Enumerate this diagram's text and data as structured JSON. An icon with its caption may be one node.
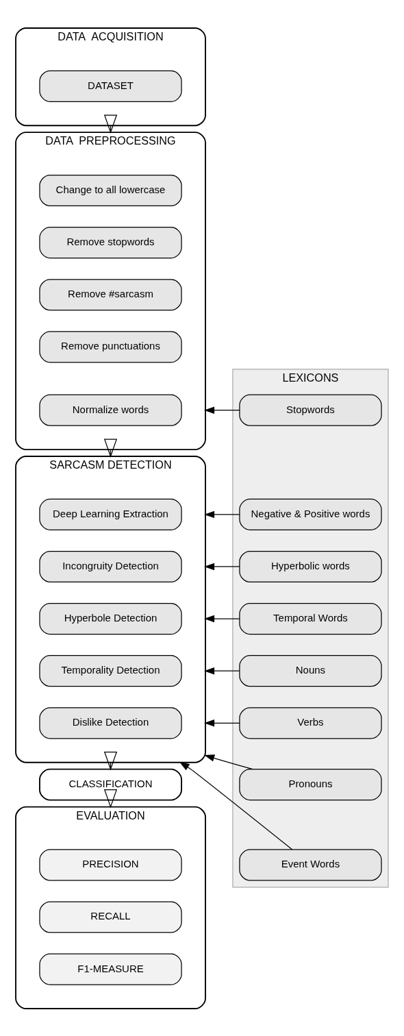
{
  "diagram": {
    "nodes": [
      {
        "text": [
          "DATA  ACQUISITION"
        ]
      },
      {
        "text": [
          "DATASET"
        ],
        "in": 0
      },
      {
        "text": [
          "DATA  PREPROCESSING"
        ]
      },
      {
        "text": [
          "Change to all lowercase"
        ],
        "in": 2
      },
      {
        "text": [
          "Remove stopwords"
        ],
        "in": 2
      },
      {
        "text": [
          "Remove #sarcasm"
        ],
        "in": 2
      },
      {
        "text": [
          "Remove punctuations"
        ],
        "in": 2
      },
      {
        "text": [
          "Normalize words"
        ],
        "in": 2
      },
      {
        "text": [
          "LEXICONS"
        ]
      },
      {
        "text": [
          "Stopwords"
        ],
        "in": 8
      },
      {
        "text": [
          "Negative & Positive words"
        ],
        "in": 8
      },
      {
        "text": [
          "Hyperbolic words"
        ],
        "in": 8
      },
      {
        "text": [
          "Temporal Words"
        ],
        "in": 8
      },
      {
        "text": [
          "Nouns"
        ],
        "in": 8
      },
      {
        "text": [
          "Verbs"
        ],
        "in": 8
      },
      {
        "text": [
          "Pronouns"
        ],
        "in": 8
      },
      {
        "text": [
          "Event Words"
        ],
        "in": 8
      },
      {
        "text": [
          "SARCASM DETECTION"
        ]
      },
      {
        "text": [
          "Deep Learning Extraction"
        ],
        "in": 17
      },
      {
        "text": [
          "Incongruity Detection"
        ],
        "in": 17
      },
      {
        "text": [
          "Hyperbole Detection"
        ],
        "in": 17
      },
      {
        "text": [
          "Temporality Detection"
        ],
        "in": 17
      },
      {
        "text": [
          "Dislike Detection"
        ],
        "in": 17
      },
      {
        "text": [
          "CLASSIFICATION"
        ]
      },
      {
        "text": [
          "EVALUATION"
        ]
      },
      {
        "text": [
          "PRECISION"
        ],
        "in": 24
      },
      {
        "text": [
          "RECALL"
        ],
        "in": 24
      },
      {
        "text": [
          "F1-MEASURE"
        ],
        "in": 24
      }
    ],
    "edges": [
      {
        "from": 0,
        "to": 2,
        "arrow": "to"
      },
      {
        "from": 9,
        "to": 2,
        "arrow": "to"
      },
      {
        "from": 2,
        "to": 17,
        "arrow": "to"
      },
      {
        "from": 10,
        "to": 17,
        "arrow": "to"
      },
      {
        "from": 11,
        "to": 17,
        "arrow": "to"
      },
      {
        "from": 12,
        "to": 17,
        "arrow": "to"
      },
      {
        "from": 13,
        "to": 17,
        "arrow": "to"
      },
      {
        "from": 14,
        "to": 17,
        "arrow": "to"
      },
      {
        "from": 15,
        "to": 17,
        "arrow": "to"
      },
      {
        "from": 16,
        "to": 17,
        "arrow": "to"
      },
      {
        "from": 17,
        "to": 23,
        "arrow": "to"
      },
      {
        "from": 23,
        "to": 24,
        "arrow": "to"
      }
    ]
  }
}
